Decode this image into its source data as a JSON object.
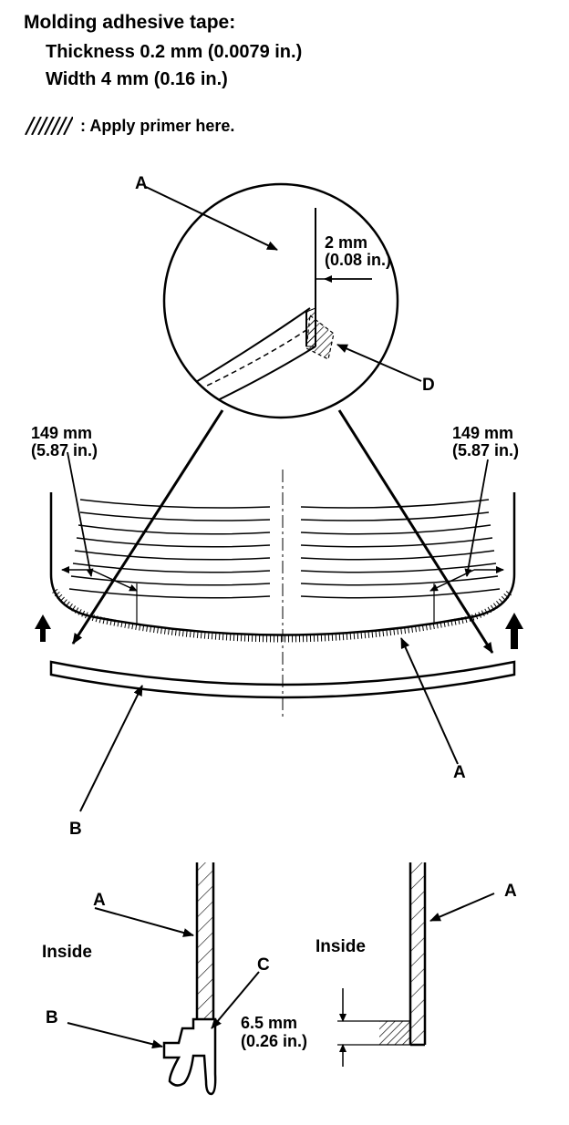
{
  "header": {
    "title": "Molding adhesive tape:",
    "thickness": "Thickness 0.2 mm (0.0079 in.)",
    "width": "Width 4 mm (0.16 in.)"
  },
  "legend": {
    "text": ": Apply primer here."
  },
  "labels": {
    "a": "A",
    "b": "B",
    "c": "C",
    "d": "D"
  },
  "dims": {
    "gap_mm": "2 mm",
    "gap_in": "(0.08 in.)",
    "end_mm": "149 mm",
    "end_in": "(5.87 in.)",
    "height_mm": "6.5 mm",
    "height_in": "(0.26 in.)"
  },
  "text": {
    "inside": "Inside"
  }
}
